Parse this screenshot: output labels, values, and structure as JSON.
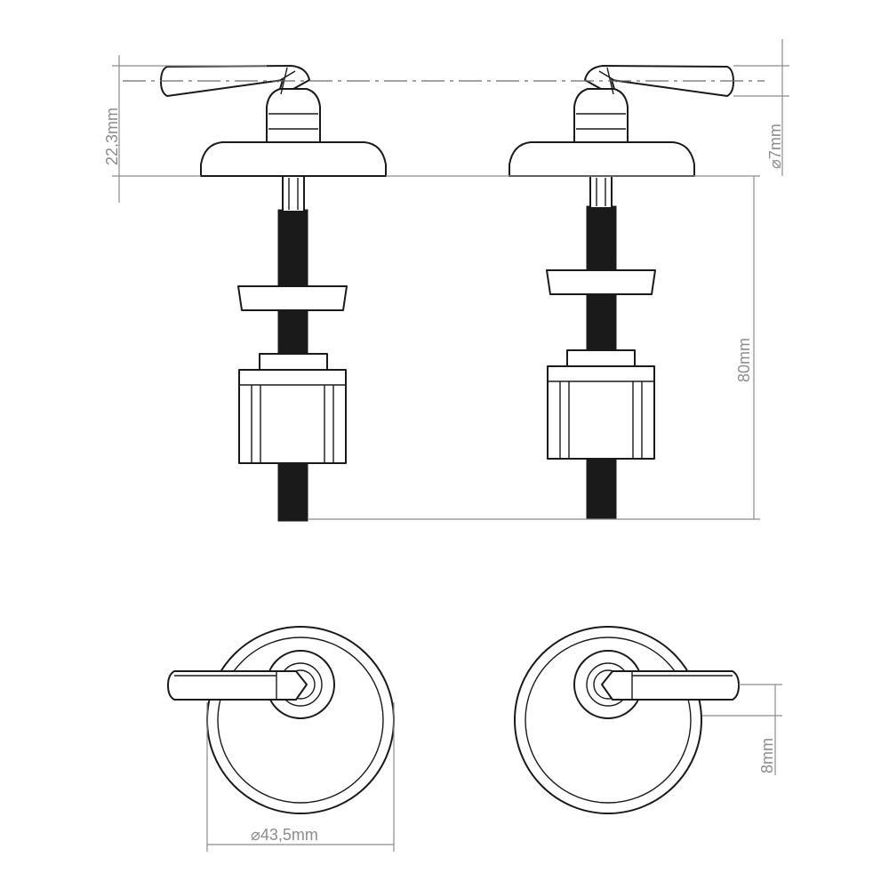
{
  "dimensions": {
    "height_head": "22,3mm",
    "lever_diameter": "⌀7mm",
    "bolt_length": "80mm",
    "lever_width": "8mm",
    "flange_diameter": "⌀43,5mm"
  },
  "colors": {
    "outline": "#1a1a1a",
    "dimension": "#8c8c8c",
    "background": "#ffffff"
  }
}
